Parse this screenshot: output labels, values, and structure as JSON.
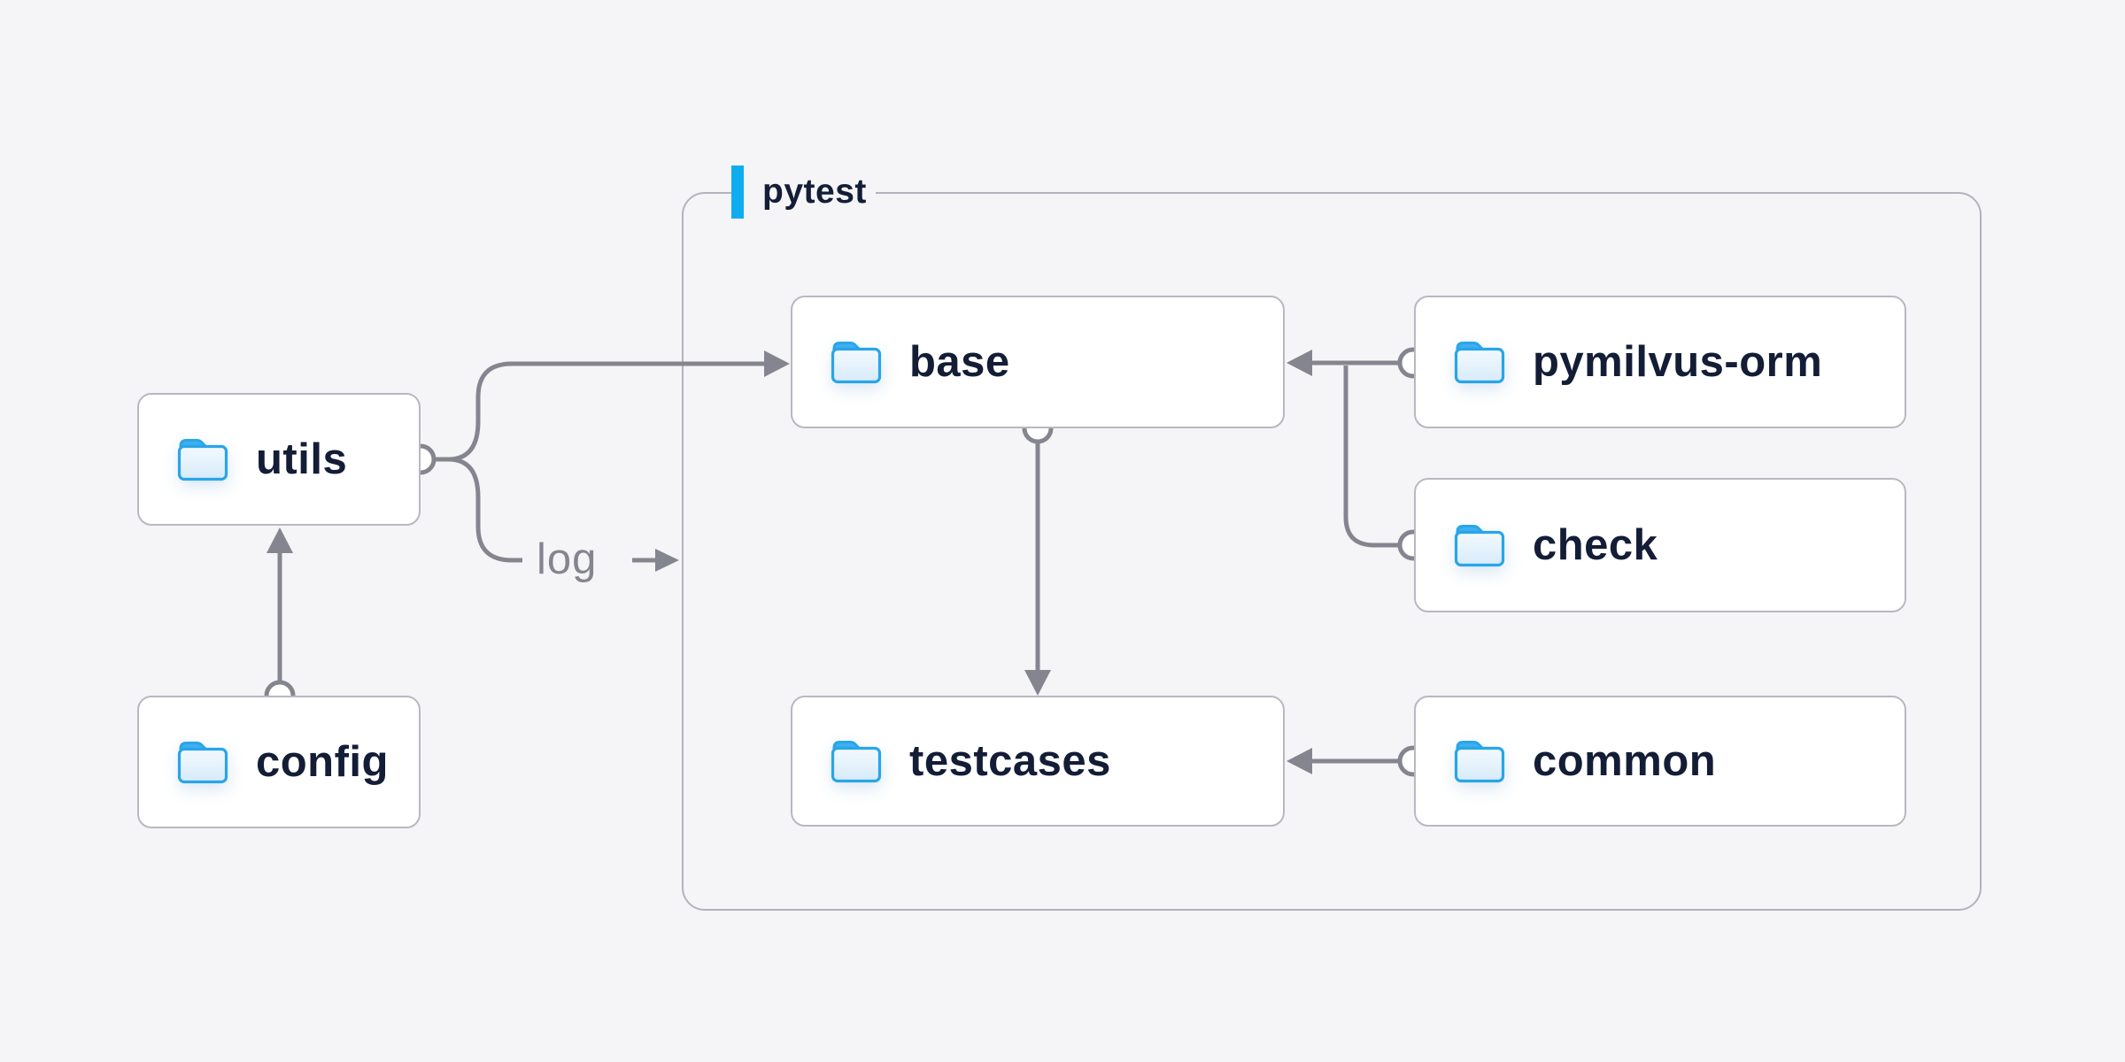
{
  "diagram": {
    "group": {
      "label": "pytest"
    },
    "nodes": [
      {
        "id": "utils",
        "label": "utils"
      },
      {
        "id": "config",
        "label": "config"
      },
      {
        "id": "base",
        "label": "base"
      },
      {
        "id": "pymilvus-orm",
        "label": "pymilvus-orm"
      },
      {
        "id": "check",
        "label": "check"
      },
      {
        "id": "testcases",
        "label": "testcases"
      },
      {
        "id": "common",
        "label": "common"
      }
    ],
    "edges": [
      {
        "from": "utils",
        "to": "base",
        "label": ""
      },
      {
        "from": "utils",
        "to": "pytest",
        "label": "log"
      },
      {
        "from": "config",
        "to": "utils",
        "label": ""
      },
      {
        "from": "base",
        "to": "testcases",
        "label": ""
      },
      {
        "from": "pymilvus-orm",
        "to": "base",
        "label": ""
      },
      {
        "from": "check",
        "to": "base",
        "label": ""
      },
      {
        "from": "common",
        "to": "testcases",
        "label": ""
      }
    ],
    "edge_label": {
      "log": "log"
    },
    "colors": {
      "bg": "#f5f5f7",
      "node_bg": "#ffffff",
      "node_border": "#b8b8c2",
      "group_border": "#b3b3bf",
      "line": "#85858f",
      "text": "#131d36",
      "muted": "#85858f",
      "accent": "#0fadf0",
      "folder_stroke": "#29a5e9",
      "folder_tab": "#3fb0ef"
    }
  }
}
